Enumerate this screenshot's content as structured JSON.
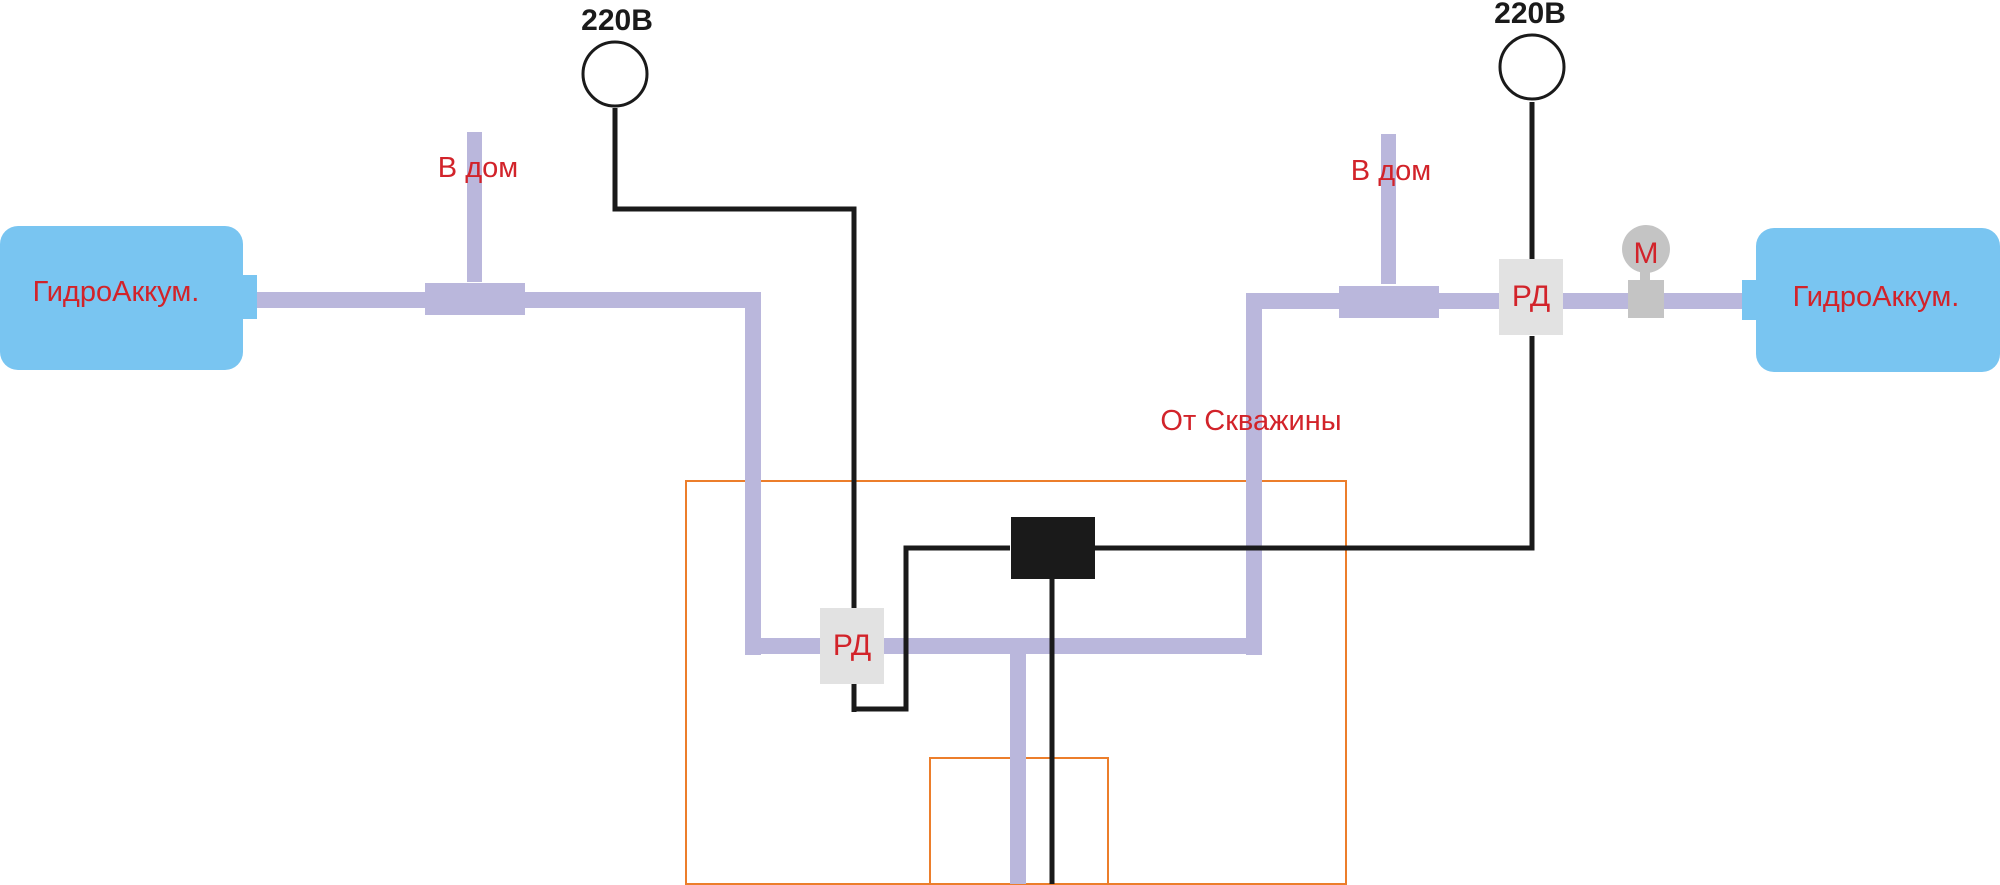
{
  "labels": {
    "accumulator_left": "ГидроАккум.",
    "accumulator_right": "ГидроАккум.",
    "to_house_left": "В дом",
    "to_house_right": "В дом",
    "power_left": "220В",
    "power_right": "220В",
    "pressure_switch_left": "РД",
    "pressure_switch_right": "РД",
    "manometer": "М",
    "from_well": "От Скважины"
  },
  "colors": {
    "pipe": "#bab7dc",
    "wire": "#1a1a1a",
    "accumulator": "#79c5f1",
    "pressure_switch": "#e2e2e2",
    "manometer": "#c4c4c4",
    "enclosure": "#ec7e2b",
    "label_red": "#d2232a"
  }
}
